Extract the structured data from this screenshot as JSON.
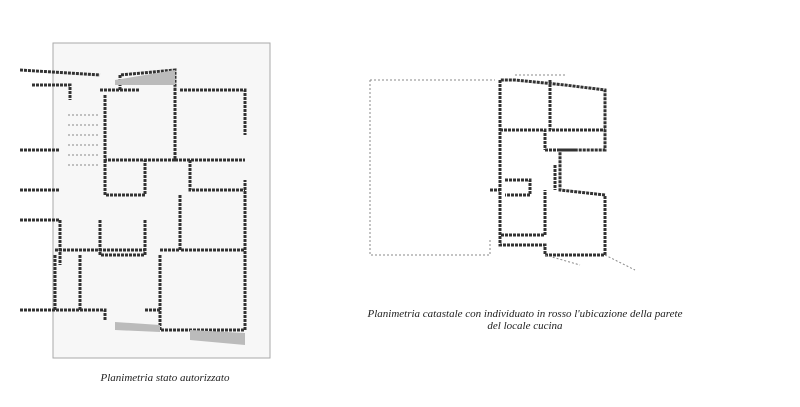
{
  "figures": [
    {
      "caption": "Planimetria stato autorizzato"
    },
    {
      "caption_line1": "Planimetria catastale con individuato in rosso l'ubicazione della parete",
      "caption_line2": "del locale cucina"
    }
  ]
}
